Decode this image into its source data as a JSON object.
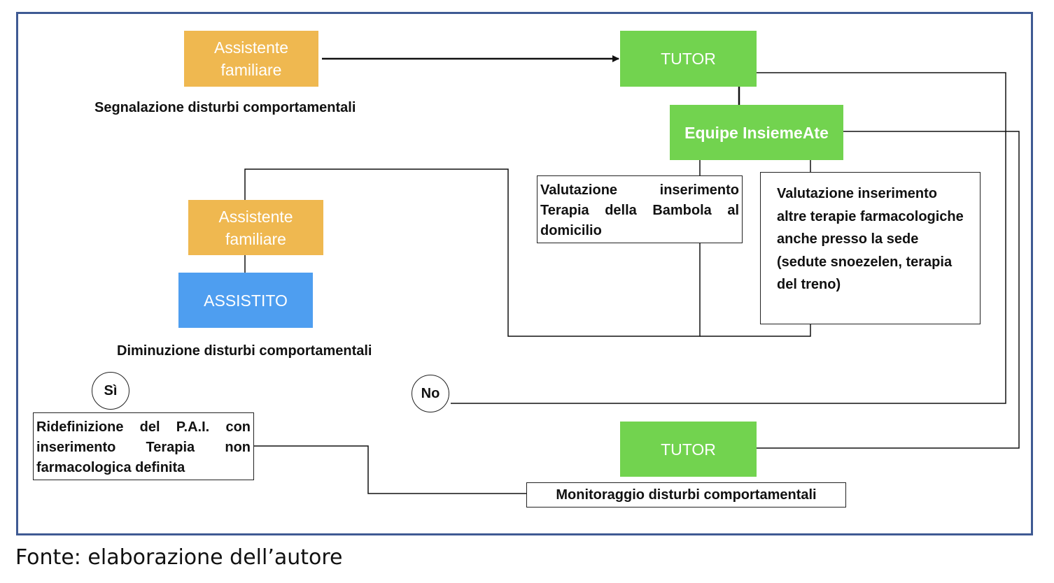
{
  "nodes": {
    "assistente_top": "Assistente familiare",
    "tutor_top": "TUTOR",
    "equipe": "Equipe InsiemeAte",
    "assistente_mid": "Assistente familiare",
    "assistito": "ASSISTITO",
    "tutor_bottom": "TUTOR"
  },
  "labels": {
    "segnalazione": "Segnalazione disturbi comportamentali",
    "diminuzione": "Diminuzione disturbi comportamentali"
  },
  "boxes": {
    "bambola": "Valutazione inserimento Terapia della Bambola al domicilio",
    "altre_terapie": "Valutazione inserimento altre terapie farmacologiche anche presso la sede (sedute snoezelen, terapia del treno)",
    "ridefinizione": "Ridefinizione del P.A.I. con inserimento Terapia non farmacologica definita",
    "monitoraggio": "Monitoraggio disturbi comportamentali"
  },
  "decisions": {
    "si": "Sì",
    "no": "No"
  },
  "caption": "Fonte: elaborazione dell’autore",
  "colors": {
    "frame": "#3f5a93",
    "assistente": "#efb850",
    "tutor": "#72d34f",
    "assistito": "#4e9ef0"
  }
}
